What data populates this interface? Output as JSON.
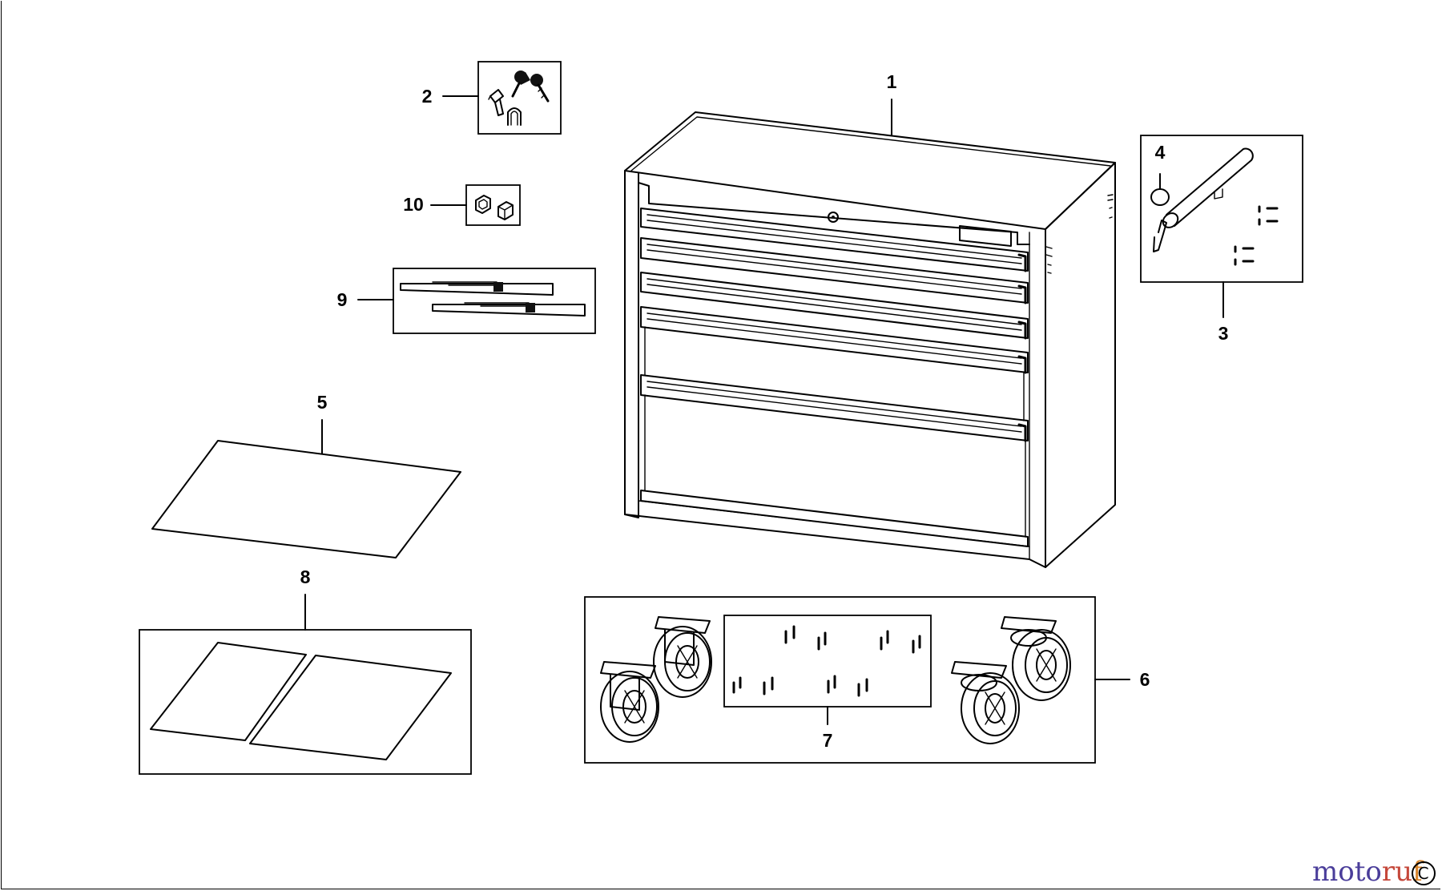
{
  "diagram": {
    "callouts": [
      {
        "id": "1",
        "part": "tool-chest-cabinet"
      },
      {
        "id": "2",
        "part": "lock-and-keys-kit"
      },
      {
        "id": "3",
        "part": "side-handle-kit"
      },
      {
        "id": "4",
        "part": "handle-end-cap"
      },
      {
        "id": "5",
        "part": "drawer-liner"
      },
      {
        "id": "6",
        "part": "caster-kit"
      },
      {
        "id": "7",
        "part": "caster-bolts"
      },
      {
        "id": "8",
        "part": "drawer-liner-set"
      },
      {
        "id": "9",
        "part": "drawer-slides"
      },
      {
        "id": "10",
        "part": "drawer-stops"
      }
    ]
  },
  "watermark": {
    "part1": "moto",
    "part2": "ru",
    "part3": "f",
    "copyright": "C",
    "colors": {
      "part1": "#4a3d9a",
      "part2": "#c5473a",
      "part3": "#d9852c"
    }
  }
}
